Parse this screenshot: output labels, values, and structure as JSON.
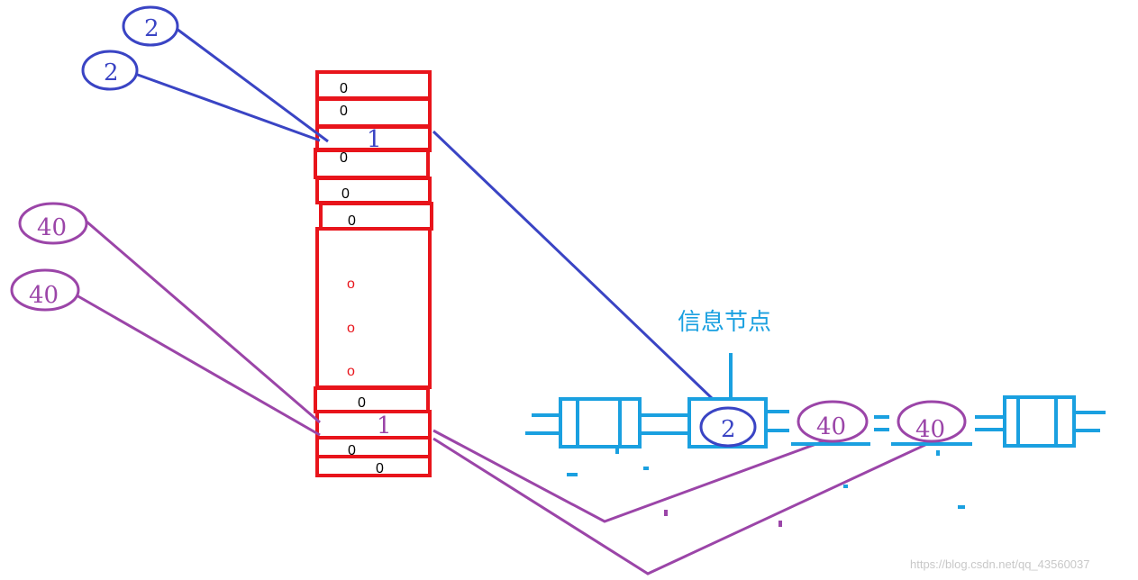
{
  "bit_array": {
    "cells": [
      {
        "text": "0"
      },
      {
        "text": "0"
      },
      {
        "text": "1"
      },
      {
        "text": "0"
      },
      {
        "text": "0"
      },
      {
        "text": "0"
      },
      {
        "text": "0"
      },
      {
        "text": "1"
      },
      {
        "text": "0"
      },
      {
        "text": "0"
      }
    ],
    "ellipsis": [
      "o",
      "o",
      "o"
    ]
  },
  "keys": {
    "blue": [
      "2",
      "2"
    ],
    "purple": [
      "40",
      "40"
    ]
  },
  "info_node": {
    "label": "信息节点",
    "values": [
      "2",
      "40",
      "40"
    ]
  },
  "watermark": "https://blog.csdn.net/qq_43560037",
  "colors": {
    "array": "#e8141b",
    "blue_key": "#3a44c4",
    "purple_key": "#9b45a8",
    "node": "#1aa0e0"
  }
}
